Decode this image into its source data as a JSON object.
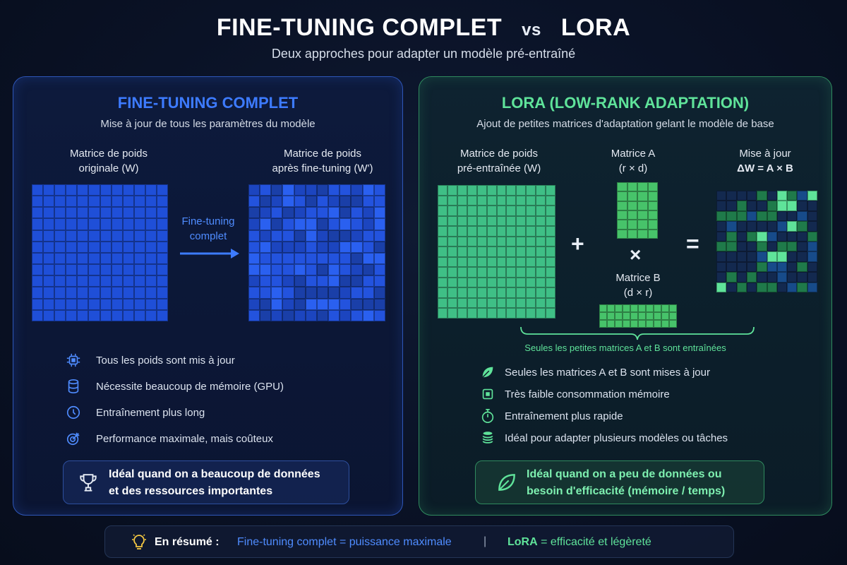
{
  "header": {
    "title_left": "FINE-TUNING COMPLET",
    "title_vs": "vs",
    "title_right": "LORA",
    "subtitle": "Deux approches pour adapter un modèle pré-entraîné"
  },
  "left": {
    "title": "FINE-TUNING COMPLET",
    "subtitle": "Mise à jour de tous les paramètres du modèle",
    "matrix_w_label": [
      "Matrice de poids",
      "originale (W)"
    ],
    "matrix_wp_label": [
      "Matrice de poids",
      "après fine-tuning (W')"
    ],
    "arrow_label": [
      "Fine-tuning",
      "complet"
    ],
    "features": [
      {
        "icon": "chip-icon",
        "text": "Tous les poids sont mis à jour"
      },
      {
        "icon": "database-icon",
        "text": "Nécessite beaucoup de mémoire (GPU)"
      },
      {
        "icon": "clock-icon",
        "text": "Entraînement plus long"
      },
      {
        "icon": "target-icon",
        "text": "Performance maximale, mais coûteux"
      }
    ],
    "callout": [
      "Idéal quand on a beaucoup de données",
      "et des ressources importantes"
    ],
    "accent": "#3d7bff"
  },
  "right": {
    "title": "LORA (LOW-RANK ADAPTATION)",
    "subtitle": "Ajout de petites matrices d'adaptation gelant le modèle de base",
    "matrix_w_label": [
      "Matrice de poids",
      "pré-entraînée (W)"
    ],
    "matrix_a_label": [
      "Matrice A",
      "(r × d)"
    ],
    "matrix_b_label": [
      "Matrice B",
      "(d × r)"
    ],
    "update_label": [
      "Mise à jour",
      "ΔW = A × B"
    ],
    "op_plus": "+",
    "op_times": "×",
    "op_equals": "=",
    "brace_note": "Seules les petites matrices A et B sont entraînées",
    "features": [
      {
        "icon": "leaf-icon",
        "text": "Seules les matrices A et B sont mises à jour"
      },
      {
        "icon": "chip-icon",
        "text": "Très faible consommation mémoire"
      },
      {
        "icon": "stopwatch-icon",
        "text": "Entraînement plus rapide"
      },
      {
        "icon": "stack-icon",
        "text": "Idéal pour adapter plusieurs modèles ou tâches"
      }
    ],
    "callout": [
      "Idéal quand on a peu de données ou",
      "besoin d'efficacité (mémoire / temps)"
    ],
    "accent": "#5fe39a"
  },
  "summary": {
    "label": "En résumé :",
    "left_text": "Fine-tuning complet = puissance maximale",
    "separator": "|",
    "right_prefix": "LoRA",
    "right_text": " = efficacité et légèreté"
  }
}
